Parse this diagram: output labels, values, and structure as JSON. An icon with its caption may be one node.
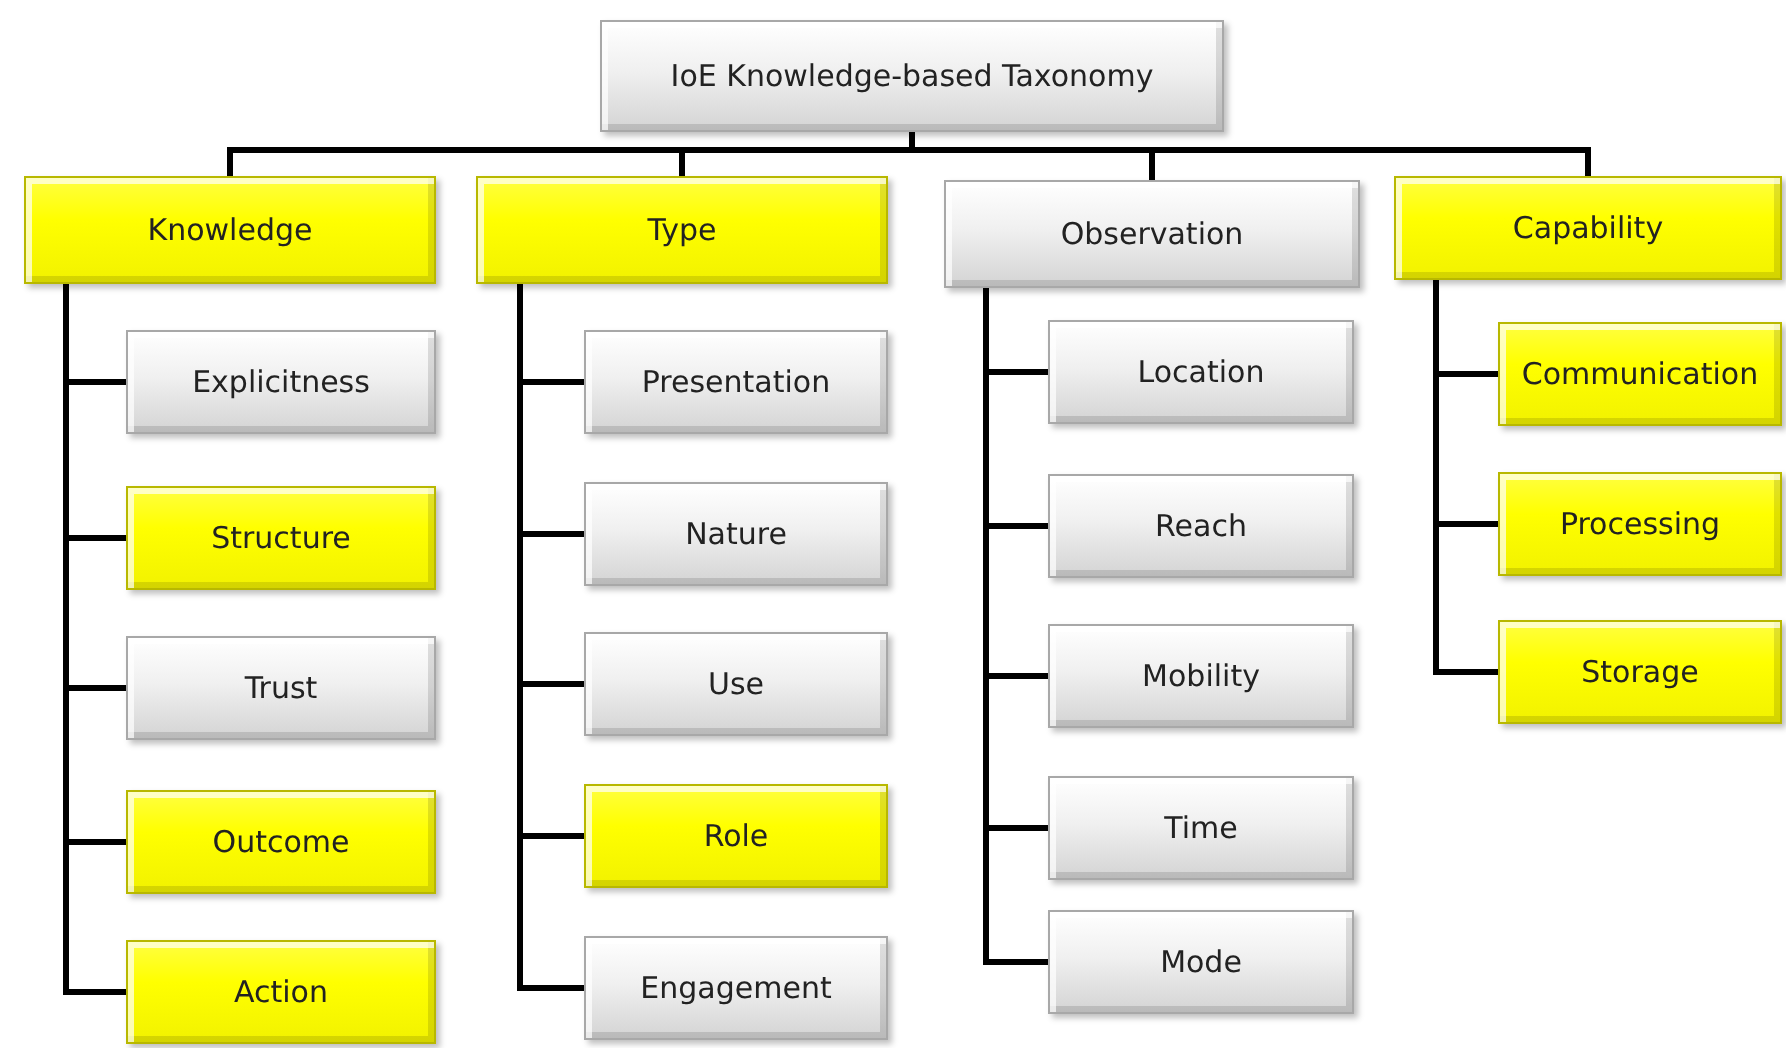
{
  "diagram": {
    "nodes": [
      {
        "text": [
          "IoE  Knowledge-based Taxonomy"
        ]
      },
      {
        "text": [
          "Knowledge"
        ]
      },
      {
        "text": [
          "Explicitness"
        ]
      },
      {
        "text": [
          "Structure"
        ]
      },
      {
        "text": [
          "Trust"
        ]
      },
      {
        "text": [
          "Outcome"
        ]
      },
      {
        "text": [
          "Action"
        ]
      },
      {
        "text": [
          "Type"
        ]
      },
      {
        "text": [
          "Presentation"
        ]
      },
      {
        "text": [
          "Nature"
        ]
      },
      {
        "text": [
          "Use"
        ]
      },
      {
        "text": [
          "Role"
        ]
      },
      {
        "text": [
          "Engagement"
        ]
      },
      {
        "text": [
          "Observation"
        ]
      },
      {
        "text": [
          "Location"
        ]
      },
      {
        "text": [
          "Reach"
        ]
      },
      {
        "text": [
          "Mobility"
        ]
      },
      {
        "text": [
          "Time"
        ]
      },
      {
        "text": [
          "Mode"
        ]
      },
      {
        "text": [
          "Capability"
        ]
      },
      {
        "text": [
          "Communication"
        ]
      },
      {
        "text": [
          "Processing"
        ]
      },
      {
        "text": [
          "Storage"
        ]
      }
    ],
    "edges": [
      {
        "from": 0,
        "to": 1,
        "arrow": "none"
      },
      {
        "from": 0,
        "to": 7,
        "arrow": "none"
      },
      {
        "from": 0,
        "to": 13,
        "arrow": "none"
      },
      {
        "from": 0,
        "to": 19,
        "arrow": "none"
      },
      {
        "from": 1,
        "to": 2,
        "arrow": "none"
      },
      {
        "from": 1,
        "to": 3,
        "arrow": "none"
      },
      {
        "from": 1,
        "to": 4,
        "arrow": "none"
      },
      {
        "from": 1,
        "to": 5,
        "arrow": "none"
      },
      {
        "from": 1,
        "to": 6,
        "arrow": "none"
      },
      {
        "from": 7,
        "to": 8,
        "arrow": "none"
      },
      {
        "from": 7,
        "to": 9,
        "arrow": "none"
      },
      {
        "from": 7,
        "to": 10,
        "arrow": "none"
      },
      {
        "from": 7,
        "to": 11,
        "arrow": "none"
      },
      {
        "from": 7,
        "to": 12,
        "arrow": "none"
      },
      {
        "from": 13,
        "to": 14,
        "arrow": "none"
      },
      {
        "from": 13,
        "to": 15,
        "arrow": "none"
      },
      {
        "from": 13,
        "to": 16,
        "arrow": "none"
      },
      {
        "from": 13,
        "to": 17,
        "arrow": "none"
      },
      {
        "from": 13,
        "to": 18,
        "arrow": "none"
      },
      {
        "from": 19,
        "to": 20,
        "arrow": "none"
      },
      {
        "from": 19,
        "to": 21,
        "arrow": "none"
      },
      {
        "from": 19,
        "to": 22,
        "arrow": "none"
      }
    ]
  }
}
